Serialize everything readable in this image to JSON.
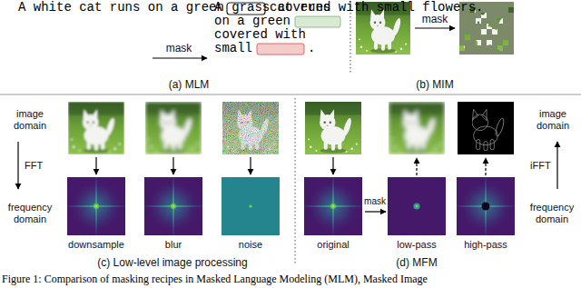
{
  "diagram": {
    "caption": "Figure 1: Comparison of masking recipes in Masked Language Modeling (MLM), Masked Image",
    "labels": [
      "A white cat runs on a green grass covered with small flowers.",
      "mask",
      "A",
      "cat runs",
      "on a green",
      "covered with",
      "small",
      ".",
      "(a) MLM",
      "mask",
      "(b) MIM",
      "image domain",
      "FFT",
      "frequency domain",
      "downsample",
      "blur",
      "noise",
      "(c) Low-level image processing",
      "image domain",
      "iFFT",
      "frequency domain",
      "mask",
      "original",
      "low-pass",
      "high-pass",
      "(d) MFM"
    ]
  }
}
